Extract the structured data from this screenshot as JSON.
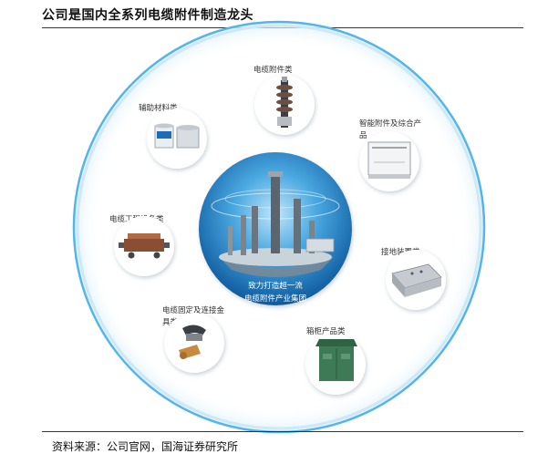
{
  "header": {
    "title": "公司是国内全系列电缆附件制造龙头"
  },
  "hub": {
    "line1": "致力打造超一流",
    "line2": "电缆附件产业集团"
  },
  "categories": [
    {
      "label": "电缆附件类"
    },
    {
      "label_line1": "智能附件及综合产",
      "label_line2": "品"
    },
    {
      "label": "接地装置类"
    },
    {
      "label": "箱柜产品类"
    },
    {
      "label_line1": "电缆固定及连接金",
      "label_line2": "具类"
    },
    {
      "label": "电缆工程设备类"
    },
    {
      "label": "辅助材料类"
    }
  ],
  "footer": {
    "source": "资料来源：公司官网，国海证券研究所"
  },
  "colors": {
    "outer_ring": "#4fb3e8",
    "hub_blue": "#1a6fb8",
    "hub_light": "#6ec3ee"
  }
}
